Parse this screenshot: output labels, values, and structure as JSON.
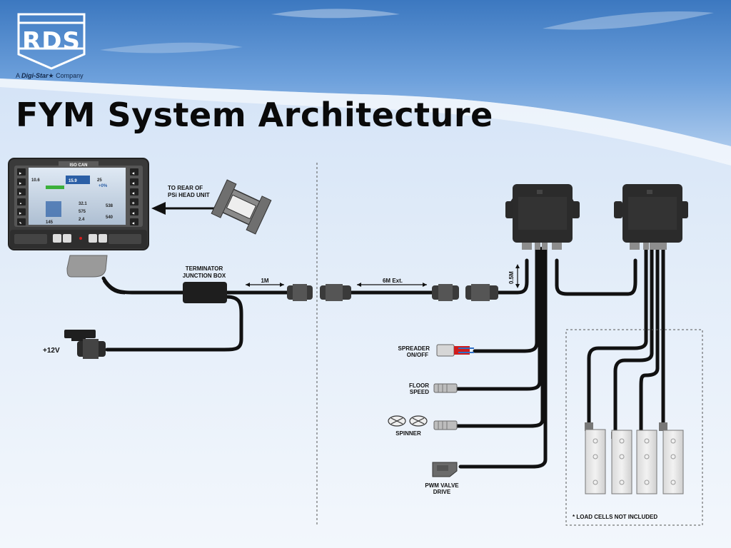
{
  "logo": {
    "text": "RDS",
    "tagline_prefix": "A",
    "tagline_brand": "Digi-Star",
    "tagline_suffix": "Company"
  },
  "title": "FYM System Architecture",
  "head_unit": {
    "banner": "ISO CAN",
    "readouts": [
      "10.6",
      "15.9",
      "25",
      "+0%",
      "32.1",
      "575",
      "2.4",
      "145",
      "538",
      "540"
    ]
  },
  "labels": {
    "to_rear": [
      "TO REAR OF",
      "PSi HEAD UNIT"
    ],
    "terminator": [
      "TERMINATOR",
      "JUNCTION BOX"
    ],
    "len_1m": "1M",
    "len_6m": "6M Ext.",
    "len_05m": "0.5M",
    "power": "+12V",
    "spreader": [
      "SPREADER",
      "ON/OFF"
    ],
    "floor": [
      "FLOOR",
      "SPEED"
    ],
    "spinner": "SPINNER",
    "pwm": [
      "PWM VALVE",
      "DRIVE"
    ],
    "load_cells_note": "* LOAD CELLS NOT INCLUDED"
  },
  "colors": {
    "cable": "#111111",
    "title": "#0a0a0a",
    "logo": "#ffffff",
    "sky": "#3f7dc4"
  }
}
